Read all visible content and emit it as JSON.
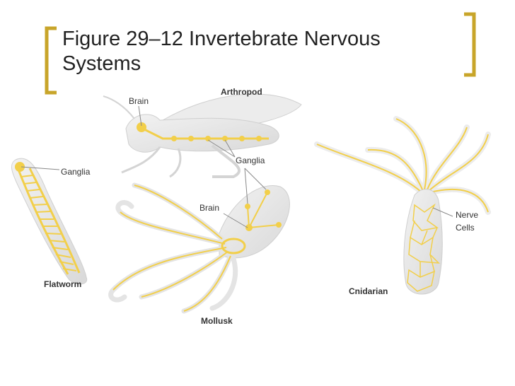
{
  "slide": {
    "title_line1": "Figure 29–12 Invertebrate Nervous",
    "title_line2": "Systems",
    "accent_color": "#c8a52a",
    "nerve_color": "#f2cf4a",
    "body_color": "#e6e6e6"
  },
  "labels": {
    "arthropod": "Arthropod",
    "brain_arthropod": "Brain",
    "ganglia_arthropod": "Ganglia",
    "ganglia_flatworm": "Ganglia",
    "brain_mollusk": "Brain",
    "nerve_cells_line1": "Nerve",
    "nerve_cells_line2": "Cells",
    "flatworm": "Flatworm",
    "cnidarian": "Cnidarian",
    "mollusk": "Mollusk"
  }
}
